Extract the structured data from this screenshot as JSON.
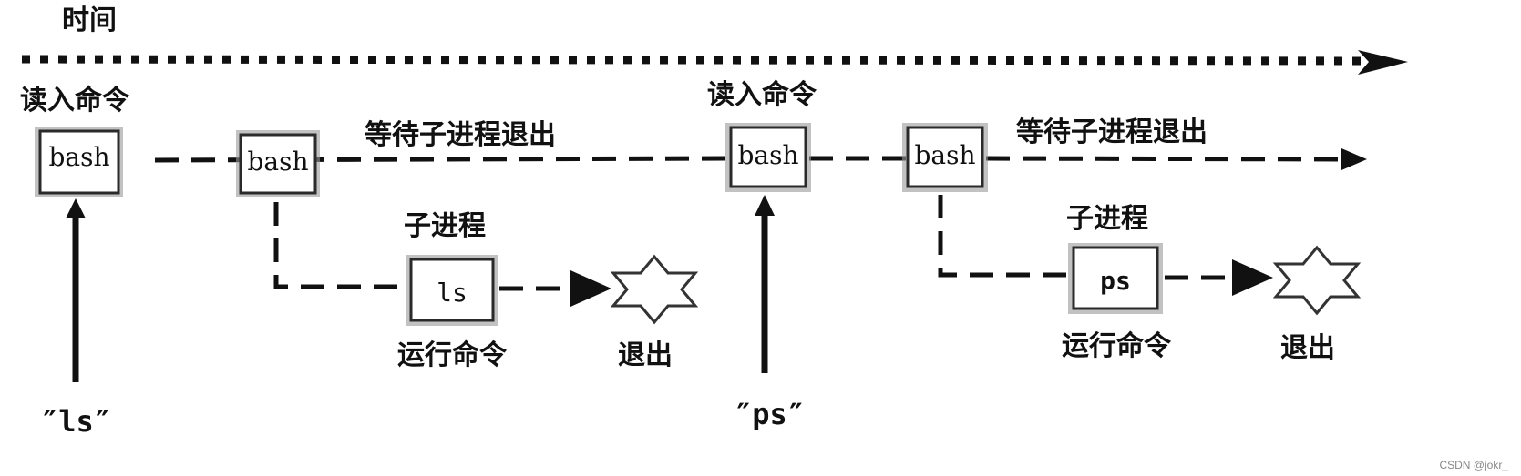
{
  "timeline": {
    "label": "时间"
  },
  "cycles": [
    {
      "read_label": "读入命令",
      "shell_label": "bash",
      "fork_shell_label": "bash",
      "wait_label": "等待子进程退出",
      "child_label": "子进程",
      "command_box": "ls",
      "run_label": "运行命令",
      "exit_label": "退出",
      "input": "″ls″"
    },
    {
      "read_label": "读入命令",
      "shell_label": "bash",
      "fork_shell_label": "bash",
      "wait_label": "等待子进程退出",
      "child_label": "子进程",
      "command_box": "ps",
      "run_label": "运行命令",
      "exit_label": "退出",
      "input": "″ps″"
    }
  ],
  "watermark": "CSDN @jokr_"
}
